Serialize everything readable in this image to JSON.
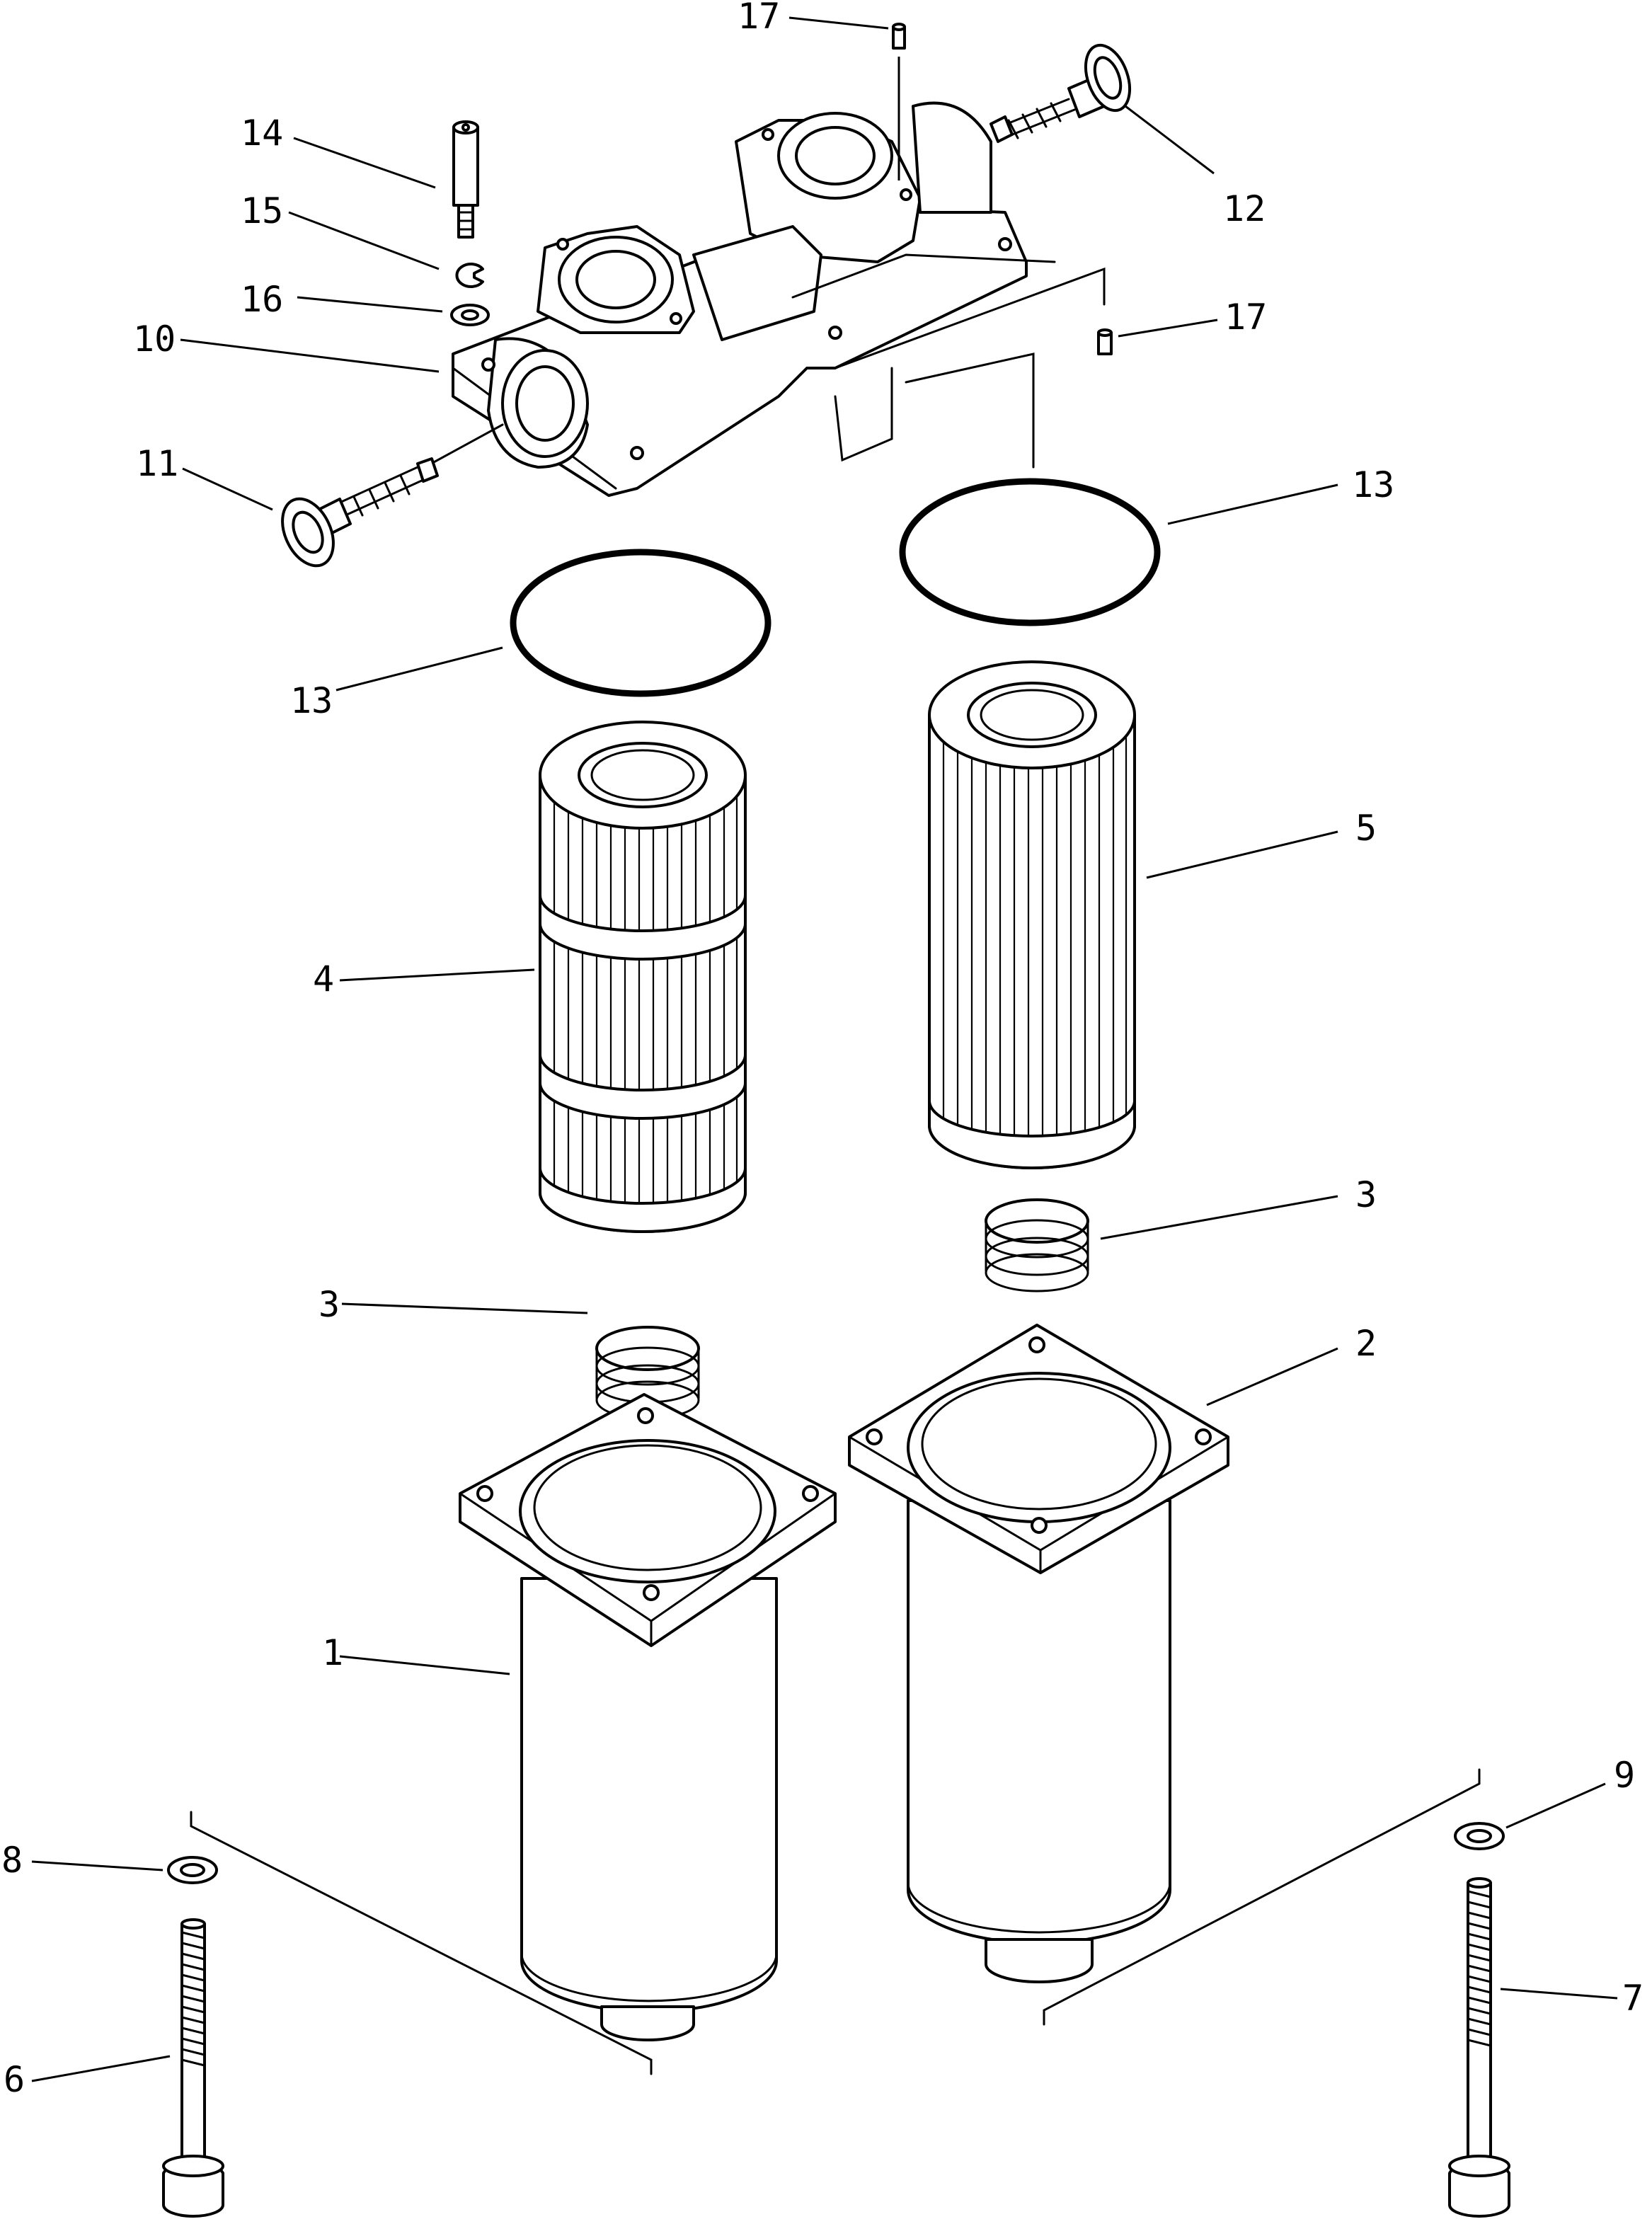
{
  "colors": {
    "ink": "#000000",
    "paper": "#ffffff"
  },
  "callouts": {
    "c17a": "17",
    "c12": "12",
    "c14": "14",
    "c15": "15",
    "c16": "16",
    "c17b": "17",
    "c10": "10",
    "c11": "11",
    "c13a": "13",
    "c13b": "13",
    "c5": "5",
    "c4": "4",
    "c3a": "3",
    "c3b": "3",
    "c2": "2",
    "c1": "1",
    "c9": "9",
    "c8": "8",
    "c6": "6",
    "c7": "7"
  }
}
